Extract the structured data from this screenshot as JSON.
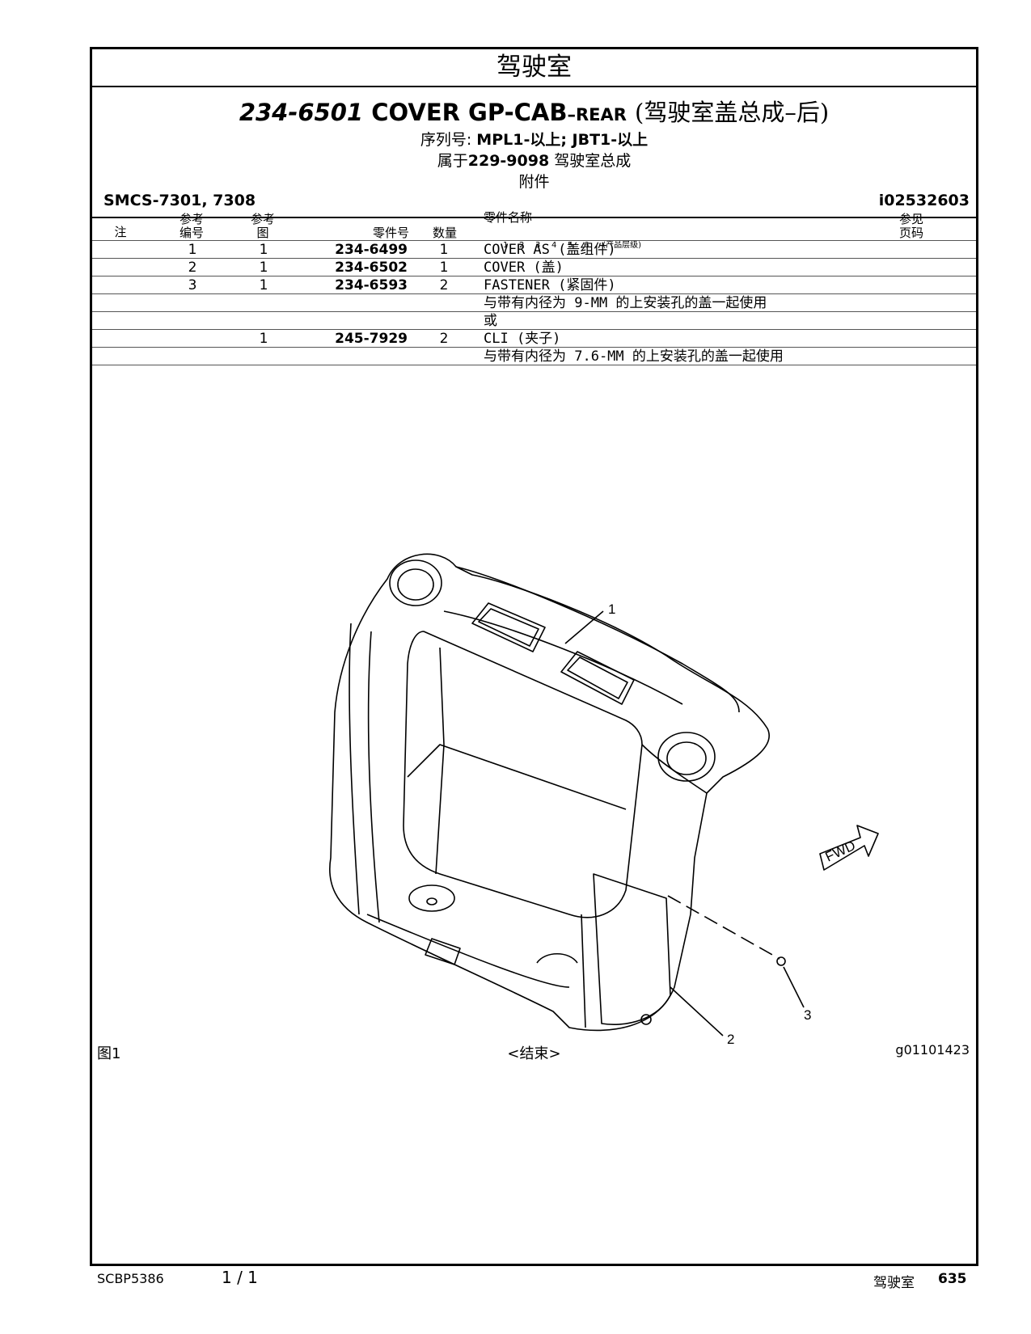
{
  "section_title": "驾驶室",
  "part_number": "234-6501",
  "part_name": "COVER GP-CAB",
  "part_name_suffix": "–REAR",
  "part_name_cn": "(驾驶室盖总成–后)",
  "serial_label": "序列号:",
  "serial_values": "MPL1-以上; JBT1-以上",
  "belongs_to_label": "属于",
  "belongs_to_pn": "229-9098",
  "belongs_to_name": "驾驶室总成",
  "attachment": "附件",
  "smcs": "SMCS-7301, 7308",
  "illustration_id": "i02532603",
  "columns": {
    "note": "注",
    "ref_no": [
      "参考",
      "编号"
    ],
    "ref_fig": [
      "参考",
      "图"
    ],
    "part_no": "零件号",
    "qty": "数量",
    "part_name": "零件名称",
    "levels": [
      "1",
      "2",
      "3",
      "4",
      "5",
      "6"
    ],
    "level_note": "(产品层级)",
    "see_page": [
      "参见",
      "页码"
    ]
  },
  "rows": [
    {
      "ref": "1",
      "fig": "1",
      "part_no": "234-6499",
      "qty": "1",
      "name": "COVER AS (盖组件)"
    },
    {
      "ref": "2",
      "fig": "1",
      "part_no": "234-6502",
      "qty": "1",
      "name": "COVER (盖)"
    },
    {
      "ref": "3",
      "fig": "1",
      "part_no": "234-6593",
      "qty": "2",
      "name": "FASTENER (紧固件)"
    },
    {
      "ref": "",
      "fig": "",
      "part_no": "",
      "qty": "",
      "name": "与带有内径为 9-MM 的上安装孔的盖一起使用"
    },
    {
      "ref": "",
      "fig": "",
      "part_no": "",
      "qty": "",
      "name": " 或"
    },
    {
      "ref": "",
      "fig": "1",
      "part_no": "245-7929",
      "qty": "2",
      "name": "CLI  (夹子)"
    },
    {
      "ref": "",
      "fig": "",
      "part_no": "",
      "qty": "",
      "name": "与带有内径为 7.6-MM 的上安装孔的盖一起使用"
    }
  ],
  "diagram": {
    "callouts": [
      "1",
      "2",
      "3"
    ],
    "fwd_label": "FWD"
  },
  "figure_label": "图1",
  "end_label": "<结束>",
  "graphic_id": "g01101423",
  "footer": {
    "doc_id": "SCBP5386",
    "page_fraction": "1 / 1",
    "section": "驾驶室",
    "page_number": "635"
  }
}
